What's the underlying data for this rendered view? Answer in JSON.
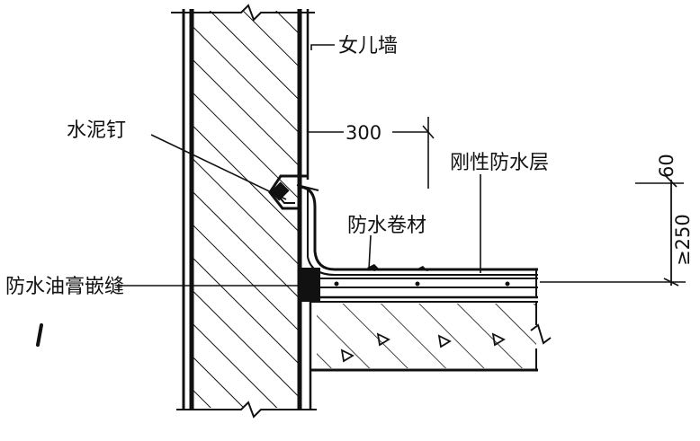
{
  "labels": {
    "parapet": "女儿墙",
    "cement_nail": "水泥钉",
    "rigid_layer": "刚性防水层",
    "membrane": "防水卷材",
    "sealant": "防水油膏嵌缝"
  },
  "dimensions": {
    "horizontal": "300",
    "upper": "60",
    "lower": "≥250"
  }
}
